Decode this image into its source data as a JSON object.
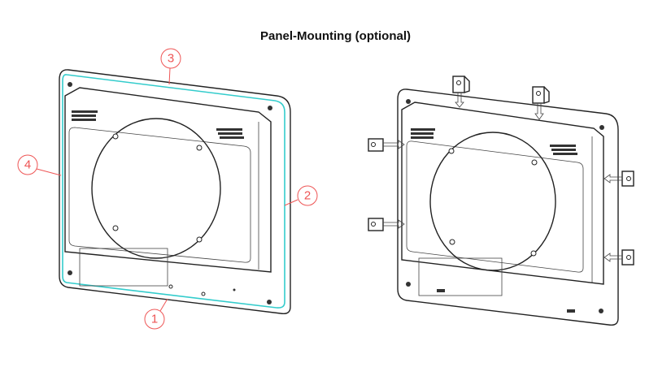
{
  "title": "Panel-Mounting (optional)",
  "callouts": [
    "1",
    "2",
    "3",
    "4"
  ],
  "colors": {
    "callout": "#e55555",
    "gasket": "#33cccc"
  }
}
